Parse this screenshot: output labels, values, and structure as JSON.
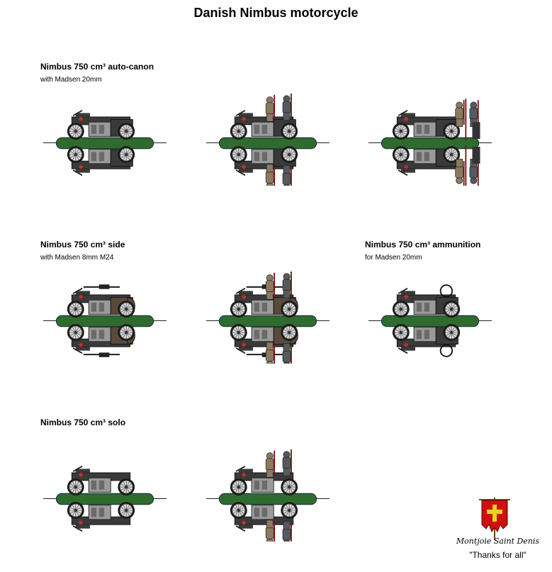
{
  "title": "Danish Nimbus motorcycle",
  "sections": [
    {
      "title": "Nimbus 750 cm³ auto-canon",
      "subtitle": "with Madsen 20mm"
    },
    {
      "title": "Nimbus 750 cm³ side",
      "subtitle": "with Madsen 8mm M24"
    },
    {
      "title": "Nimbus 750 cm³ ammunition",
      "subtitle": "for Madsen 20mm"
    },
    {
      "title": "Nimbus 750 cm³ solo",
      "subtitle": ""
    }
  ],
  "colors": {
    "base_green": "#2f6b2f",
    "base_line": "#000000",
    "bike_dark": "#3a3a3a",
    "bike_metal": "#9a9a9a",
    "bike_brown": "#5a4a3a",
    "soldier_khaki": "#8a7a62",
    "soldier_grey": "#555a60",
    "rifle_red": "#7a1010",
    "banner_red": "#d01010",
    "banner_cross": "#f0d020"
  },
  "figures": [
    {
      "id": "fig-1-1",
      "kind": "sidecar-empty",
      "icon": "motorcycle-sidecar-icon"
    },
    {
      "id": "fig-1-2",
      "kind": "sidecar-crewed",
      "icon": "motorcycle-crew-icon"
    },
    {
      "id": "fig-1-3",
      "kind": "autocanon-firing",
      "icon": "motorcycle-autocanon-icon"
    },
    {
      "id": "fig-2-1",
      "kind": "sidecar-mg-empty",
      "icon": "motorcycle-sidecar-mg-icon"
    },
    {
      "id": "fig-2-2",
      "kind": "sidecar-mg-crewed",
      "icon": "motorcycle-sidecar-mg-crew-icon"
    },
    {
      "id": "fig-2-3",
      "kind": "ammo-sidecar",
      "icon": "motorcycle-ammunition-icon"
    },
    {
      "id": "fig-3-1",
      "kind": "solo-empty",
      "icon": "motorcycle-solo-icon"
    },
    {
      "id": "fig-3-2",
      "kind": "solo-crewed",
      "icon": "motorcycle-solo-crew-icon"
    }
  ],
  "credits": {
    "motto": "Montjoie Saint Denis",
    "thanks": "\"Thanks for all\""
  }
}
